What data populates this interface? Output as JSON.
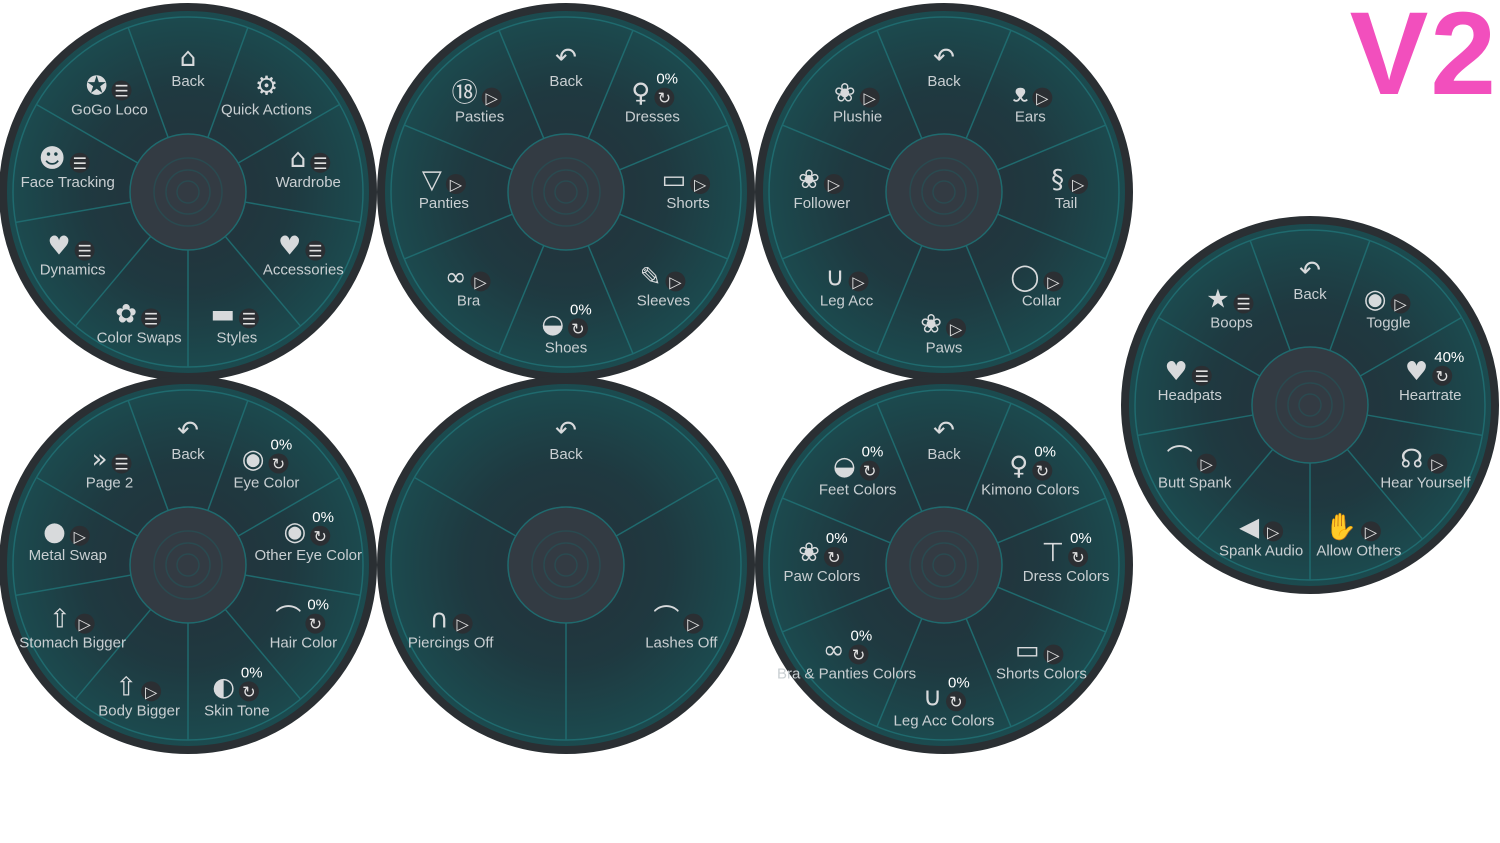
{
  "corner_tag": "V2",
  "colors": {
    "tag": "#f24fbd",
    "rim": "#2a2f33",
    "divider": "#1f6a6e",
    "hub": "#333b43",
    "label": "#c9cfd2"
  },
  "menus": [
    {
      "name": "main-menu",
      "items": [
        {
          "label": "Back",
          "icon": "home-back",
          "badge": "none"
        },
        {
          "label": "Quick Actions",
          "icon": "gear",
          "badge": "none"
        },
        {
          "label": "Wardrobe",
          "icon": "hanger",
          "badge": "submenu"
        },
        {
          "label": "Accessories",
          "icon": "folder-heart",
          "badge": "submenu"
        },
        {
          "label": "Styles",
          "icon": "folder",
          "badge": "submenu"
        },
        {
          "label": "Color Swaps",
          "icon": "folder-color",
          "badge": "submenu"
        },
        {
          "label": "Dynamics",
          "icon": "heart-star",
          "badge": "submenu"
        },
        {
          "label": "Face Tracking",
          "icon": "face",
          "badge": "submenu"
        },
        {
          "label": "GoGo Loco",
          "icon": "gogo-loco",
          "badge": "submenu"
        }
      ]
    },
    {
      "name": "clothing-menu",
      "items": [
        {
          "label": "Back",
          "icon": "back",
          "badge": "none"
        },
        {
          "label": "Dresses",
          "icon": "dress",
          "badge": "radial",
          "value": "0%"
        },
        {
          "label": "Shorts",
          "icon": "shorts",
          "badge": "toggle"
        },
        {
          "label": "Sleeves",
          "icon": "sleeve",
          "badge": "toggle"
        },
        {
          "label": "Shoes",
          "icon": "shoe",
          "badge": "radial",
          "value": "0%"
        },
        {
          "label": "Bra",
          "icon": "bra",
          "badge": "toggle"
        },
        {
          "label": "Panties",
          "icon": "panties",
          "badge": "toggle"
        },
        {
          "label": "Pasties",
          "icon": "18plus",
          "badge": "toggle"
        }
      ]
    },
    {
      "name": "accessories-menu",
      "items": [
        {
          "label": "Back",
          "icon": "back",
          "badge": "none"
        },
        {
          "label": "Ears",
          "icon": "ears",
          "badge": "toggle"
        },
        {
          "label": "Tail",
          "icon": "tail",
          "badge": "toggle"
        },
        {
          "label": "Collar",
          "icon": "collar",
          "badge": "toggle"
        },
        {
          "label": "Paws",
          "icon": "paw",
          "badge": "toggle"
        },
        {
          "label": "Leg Acc",
          "icon": "leg-acc",
          "badge": "toggle"
        },
        {
          "label": "Follower",
          "icon": "paw-plush",
          "badge": "toggle"
        },
        {
          "label": "Plushie",
          "icon": "paw-plush",
          "badge": "toggle"
        }
      ]
    },
    {
      "name": "dynamics-menu",
      "items": [
        {
          "label": "Back",
          "icon": "back",
          "badge": "none"
        },
        {
          "label": "Toggle",
          "icon": "switch",
          "badge": "toggle"
        },
        {
          "label": "Heartrate",
          "icon": "heart-rate",
          "badge": "radial",
          "value": "40%"
        },
        {
          "label": "Hear Yourself",
          "icon": "ear",
          "badge": "toggle"
        },
        {
          "label": "Allow Others",
          "icon": "hand",
          "badge": "toggle"
        },
        {
          "label": "Spank Audio",
          "icon": "speaker",
          "badge": "toggle"
        },
        {
          "label": "Butt Spank",
          "icon": "butt",
          "badge": "toggle"
        },
        {
          "label": "Headpats",
          "icon": "pink-heart",
          "badge": "submenu"
        },
        {
          "label": "Boops",
          "icon": "star",
          "badge": "submenu"
        }
      ]
    },
    {
      "name": "styles-menu",
      "items": [
        {
          "label": "Back",
          "icon": "back",
          "badge": "none"
        },
        {
          "label": "Eye Color",
          "icon": "eye",
          "badge": "radial",
          "value": "0%"
        },
        {
          "label": "Other Eye Color",
          "icon": "eye",
          "badge": "radial",
          "value": "0%"
        },
        {
          "label": "Hair Color",
          "icon": "hair",
          "badge": "radial",
          "value": "0%"
        },
        {
          "label": "Skin Tone",
          "icon": "skin",
          "badge": "radial",
          "value": "0%"
        },
        {
          "label": "Body Bigger",
          "icon": "resize",
          "badge": "toggle"
        },
        {
          "label": "Stomach Bigger",
          "icon": "resize",
          "badge": "toggle"
        },
        {
          "label": "Metal Swap",
          "icon": "matcap",
          "badge": "toggle"
        },
        {
          "label": "Page 2",
          "icon": "next-page",
          "badge": "submenu"
        }
      ]
    },
    {
      "name": "face-menu",
      "items": [
        {
          "label": "Back",
          "icon": "back",
          "badge": "none"
        },
        {
          "label": "Lashes Off",
          "icon": "lashes",
          "badge": "toggle"
        },
        {
          "label": "Piercings Off",
          "icon": "piercing",
          "badge": "toggle"
        }
      ]
    },
    {
      "name": "color-swaps-menu",
      "items": [
        {
          "label": "Back",
          "icon": "back",
          "badge": "none"
        },
        {
          "label": "Kimono Colors",
          "icon": "dress",
          "badge": "radial",
          "value": "0%"
        },
        {
          "label": "Dress Colors",
          "icon": "shirt",
          "badge": "radial",
          "value": "0%"
        },
        {
          "label": "Shorts Colors",
          "icon": "shorts",
          "badge": "toggle"
        },
        {
          "label": "Leg Acc Colors",
          "icon": "leg-acc",
          "badge": "radial",
          "value": "0%"
        },
        {
          "label": "Bra & Panties Colors",
          "icon": "bra",
          "badge": "radial",
          "value": "0%"
        },
        {
          "label": "Paw Colors",
          "icon": "paw",
          "badge": "radial",
          "value": "0%"
        },
        {
          "label": "Feet Colors",
          "icon": "shoe",
          "badge": "radial",
          "value": "0%"
        }
      ]
    }
  ]
}
